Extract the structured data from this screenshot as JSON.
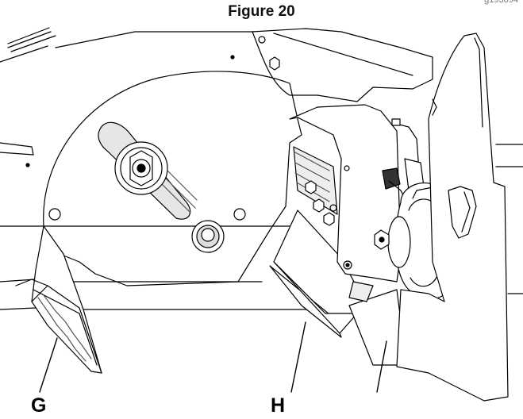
{
  "figure": {
    "caption": "Figure 20",
    "corner_code": "g193894"
  },
  "callouts": {
    "g": "G",
    "h": "H"
  },
  "colors": {
    "ink": "#000000",
    "shade": "#cfcfcf",
    "dark": "#555555"
  }
}
